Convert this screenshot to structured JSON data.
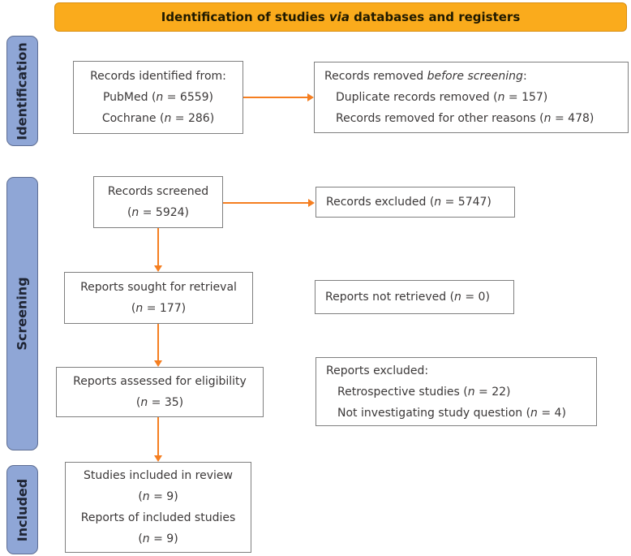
{
  "banner": {
    "pre": "Identification of studies ",
    "it": "via",
    "post": " databases and registers"
  },
  "stages": [
    {
      "label": "Identification"
    },
    {
      "label": "Screening"
    },
    {
      "label": "Included"
    }
  ],
  "boxes": {
    "records_identified": {
      "lines": [
        {
          "pre": "Records identified from:"
        },
        {
          "pre": "PubMed (",
          "it": "n",
          "post": " = 6559)"
        },
        {
          "pre": "Cochrane (",
          "it": "n",
          "post": " = 286)"
        }
      ]
    },
    "records_removed": {
      "lines": [
        {
          "pre": "Records removed ",
          "it": "before screening",
          "post": ":"
        },
        {
          "pre": "Duplicate records removed (",
          "it": "n",
          "post": " = 157)"
        },
        {
          "pre": "Records removed for other reasons (",
          "it": "n",
          "post": " = 478)"
        }
      ]
    },
    "records_screened": {
      "lines": [
        {
          "pre": "Records screened"
        },
        {
          "pre": "(",
          "it": "n",
          "post": " = 5924)"
        }
      ]
    },
    "records_excluded": {
      "lines": [
        {
          "pre": "Records excluded (",
          "it": "n",
          "post": " = 5747)"
        }
      ]
    },
    "reports_sought": {
      "lines": [
        {
          "pre": "Reports sought for retrieval"
        },
        {
          "pre": "(",
          "it": "n",
          "post": " = 177)"
        }
      ]
    },
    "reports_not_retrieved": {
      "lines": [
        {
          "pre": "Reports not retrieved (",
          "it": "n",
          "post": " = 0)"
        }
      ]
    },
    "reports_assessed": {
      "lines": [
        {
          "pre": "Reports assessed for eligibility"
        },
        {
          "pre": "(",
          "it": "n",
          "post": " = 35)"
        }
      ]
    },
    "reports_excluded": {
      "lines": [
        {
          "pre": "Reports excluded:"
        },
        {
          "pre": "Retrospective studies (",
          "it": "n",
          "post": " = 22)"
        },
        {
          "pre": "Not investigating study question (",
          "it": "n",
          "post": " = 4)"
        }
      ]
    },
    "studies_included": {
      "lines": [
        {
          "pre": "Studies included in review"
        },
        {
          "pre": "(",
          "it": "n",
          "post": " = 9)"
        },
        {
          "pre": "Reports of included studies"
        },
        {
          "pre": "(",
          "it": "n",
          "post": " = 9)"
        }
      ]
    }
  },
  "colors": {
    "banner_bg": "#FAAB1C",
    "stage_tab_bg": "#8FA6D6",
    "arrow": "#F57E20",
    "box_border": "#7F7F7F",
    "box_text": "#3B3838"
  }
}
